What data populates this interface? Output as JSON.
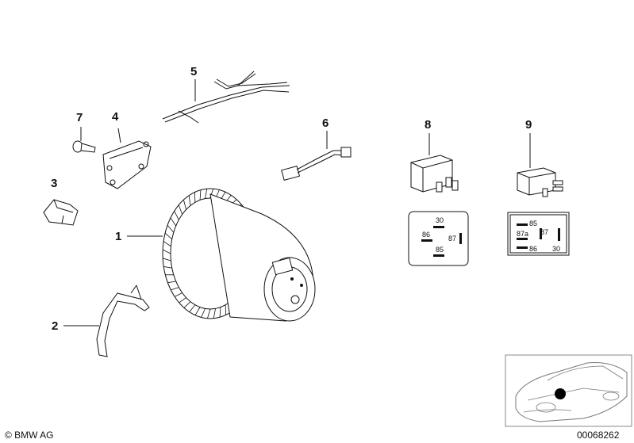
{
  "callouts": {
    "n1": "1",
    "n2": "2",
    "n3": "3",
    "n4": "4",
    "n5": "5",
    "n6": "6",
    "n7": "7",
    "n8": "8",
    "n9": "9"
  },
  "relay_8": {
    "pins": {
      "p30": "30",
      "p86": "86",
      "p87": "87",
      "p85": "85"
    }
  },
  "relay_9": {
    "pins": {
      "p85": "85",
      "p87a": "87a",
      "p87": "87",
      "p86": "86",
      "p30": "30"
    }
  },
  "footer": {
    "copyright": "© BMW AG",
    "diagram_number": "00068262"
  },
  "colors": {
    "ink": "#111111",
    "background": "#ffffff",
    "marker": "#000000"
  }
}
